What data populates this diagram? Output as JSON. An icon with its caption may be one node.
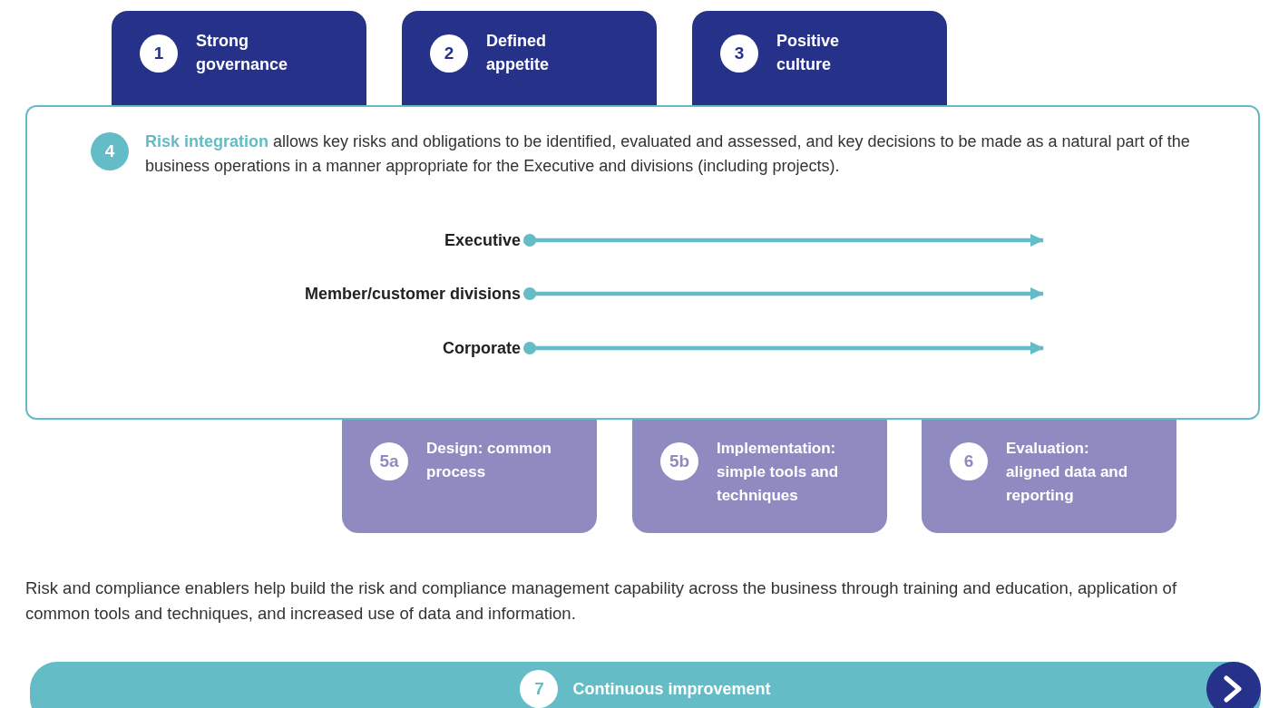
{
  "diagram": {
    "nodes": [
      {
        "text": [
          "1",
          "Strong governance"
        ]
      },
      {
        "text": [
          "2",
          "Defined appetite"
        ]
      },
      {
        "text": [
          "3",
          "Positive culture"
        ]
      },
      {
        "text": [
          "4",
          "**Risk integration** allows key risks and obligations to be identified, evaluated and assessed, and key decisions to be made as a natural part of the business operations in a manner appropriate for the Executive and divisions (including projects)."
        ]
      },
      {
        "text": [
          "Executive"
        ],
        "in": 3
      },
      {
        "text": [
          "Member/customer divisions"
        ],
        "in": 3
      },
      {
        "text": [
          "Corporate"
        ],
        "in": 3
      },
      {
        "text": [
          "5a",
          "Design: common process"
        ]
      },
      {
        "text": [
          "5b",
          "Implementation: simple tools and techniques"
        ]
      },
      {
        "text": [
          "6",
          "Evaluation: aligned data and reporting"
        ]
      },
      {
        "text": [
          "7",
          "Continuous improvement"
        ]
      }
    ],
    "edges": [
      {
        "from": 4,
        "to": null,
        "arrow": "to"
      },
      {
        "from": 5,
        "to": null,
        "arrow": "to"
      },
      {
        "from": 6,
        "to": null,
        "arrow": "to"
      }
    ],
    "labels": [
      "Risk and compliance enablers help build the risk and compliance management capability across the business through training and education, application of common tools and techniques, and increased use of data and information."
    ]
  }
}
